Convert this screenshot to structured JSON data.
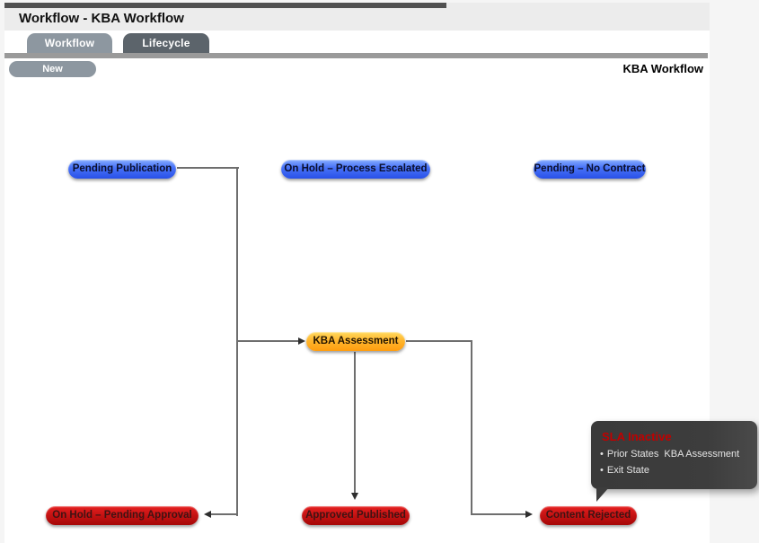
{
  "window_title": "Workflow - KBA Workflow",
  "tabs": [
    {
      "label": "Workflow",
      "active": true
    },
    {
      "label": "Lifecycle",
      "active": false
    }
  ],
  "toolbar": {
    "new_button": "New"
  },
  "diagram": {
    "heading": "KBA Workflow",
    "nodes": [
      {
        "label": "Pending Publication",
        "status_color": "blue"
      },
      {
        "label": "On Hold – Process Escalated",
        "status_color": "blue"
      },
      {
        "label": "Pending – No Contract",
        "status_color": "blue"
      },
      {
        "label": "KBA Assessment",
        "status_color": "orange"
      },
      {
        "label": "On Hold – Pending Approval",
        "status_color": "red"
      },
      {
        "label": "Approved Published",
        "status_color": "red"
      },
      {
        "label": "Content Rejected",
        "status_color": "red"
      }
    ],
    "tooltip": {
      "title": "SLA Inactive",
      "bullet": "•",
      "items": [
        "Prior States  KBA Assessment",
        "Exit State"
      ]
    }
  },
  "colors": {
    "blue_node": "#3a63f0",
    "orange_node": "#ffb62e",
    "red_node": "#c31212",
    "tab_active": "#8d97a0",
    "tab_inactive": "#5c646b",
    "tooltip_bg": "#3d3d3d",
    "tooltip_title": "#c00000",
    "connector": "#6e6e6e"
  }
}
